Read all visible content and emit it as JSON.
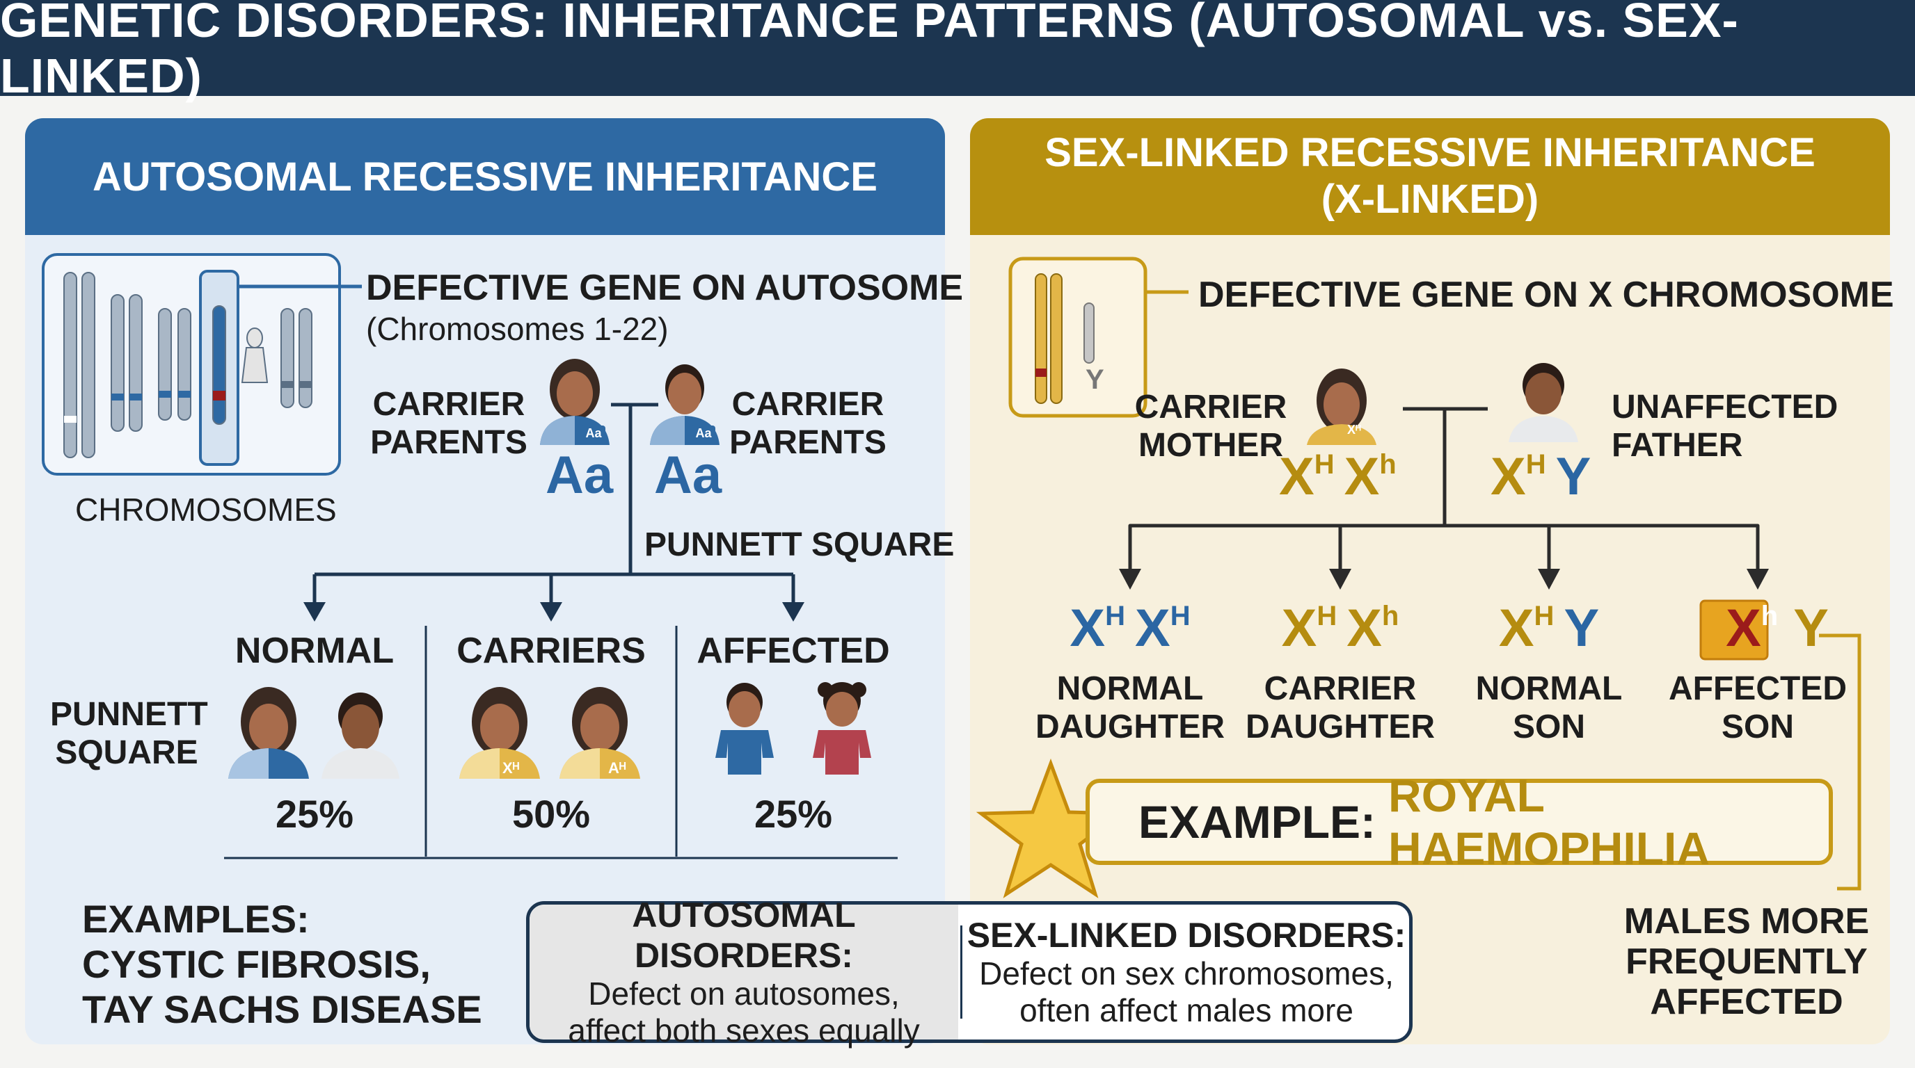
{
  "title": "GENETIC DISORDERS: INHERITANCE PATTERNS (AUTOSOMAL vs. SEX-LINKED)",
  "left": {
    "header": "AUTOSOMAL RECESSIVE INHERITANCE",
    "gene_title": "DEFECTIVE GENE ON AUTOSOME",
    "gene_sub": "(Chromosomes 1-22)",
    "chromosomes_label": "CHROMOSOMES",
    "carrier_parents_left": "CARRIER PARENTS",
    "carrier_parents_right": "CARRIER PARENTS",
    "parent_badge": "Aa",
    "genotype_left": "Aa",
    "genotype_right": "Aa",
    "punnett_square_top": "PUNNETT SQUARE",
    "punnett_square_side": "PUNNETT SQUARE",
    "outcomes": [
      {
        "label": "NORMAL",
        "percent": "25%"
      },
      {
        "label": "CARRIERS",
        "percent": "50%",
        "badge1": "Xᴴ",
        "badge2": "Aᴴ"
      },
      {
        "label": "AFFECTED",
        "percent": "25%"
      }
    ],
    "examples_title": "EXAMPLES:",
    "examples_1": "CYSTIC FIBROSIS,",
    "examples_2": "TAY SACHS DISEASE"
  },
  "right": {
    "header_line1": "SEX-LINKED RECESSIVE INHERITANCE",
    "header_line2": "(X-LINKED)",
    "gene_title": "DEFECTIVE GENE ON X CHROMOSOME",
    "y_label": "Y",
    "mother_label": "CARRIER MOTHER",
    "mother_badge": "Xᴴ",
    "father_label": "UNAFFECTED FATHER",
    "mother_genotype": {
      "a": "X",
      "a_sup": "H",
      "b": "X",
      "b_sup": "h"
    },
    "father_genotype": {
      "a": "X",
      "a_sup": "H",
      "b": "Y"
    },
    "children": [
      {
        "g1": "X",
        "g1_sup": "H",
        "g2": "X",
        "g2_sup": "H",
        "label": "NORMAL DAUGHTER",
        "color": "#2b66a3"
      },
      {
        "g1": "X",
        "g1_sup": "H",
        "g2": "X",
        "g2_sup": "h",
        "label": "CARRIER DAUGHTER",
        "color": "#b58c10"
      },
      {
        "g1": "X",
        "g1_sup": "H",
        "g2": "Y",
        "g2_sup": "",
        "label": "NORMAL SON",
        "color": "#b58c10"
      },
      {
        "g1": "X",
        "g1_sup": "h",
        "g2": "Y",
        "g2_sup": "",
        "label": "AFFECTED SON",
        "color": "#b58c10"
      }
    ],
    "example_prefix": "EXAMPLE:",
    "example_name": "ROYAL HAEMOPHILIA",
    "males_note": "MALES MORE FREQUENTLY AFFECTED"
  },
  "summary": {
    "auto_title": "AUTOSOMAL DISORDERS:",
    "auto_text_1": "Defect on autosomes,",
    "auto_text_2": "affect both sexes equally",
    "sex_title": "SEX-LINKED DISORDERS:",
    "sex_text_1": "Defect on sex chromosomes,",
    "sex_text_2": "often affect males more"
  },
  "colors": {
    "navy": "#1c3550",
    "blue": "#2e69a3",
    "gold": "#b7900f",
    "defect_red": "#9b1b1b"
  }
}
